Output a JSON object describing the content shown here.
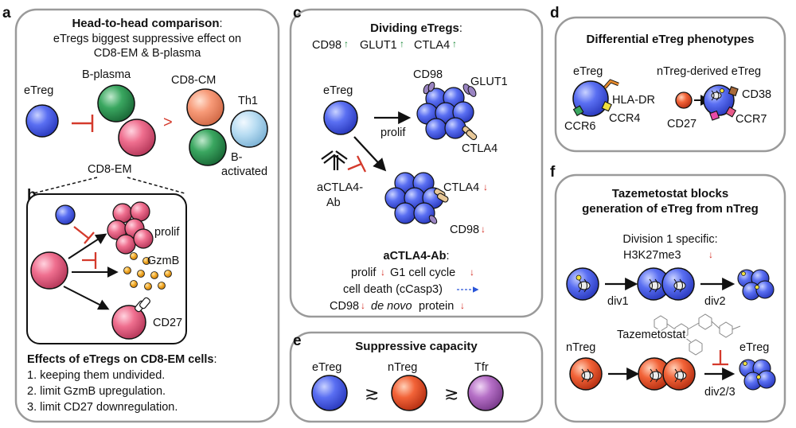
{
  "panels": {
    "a": {
      "letter": "a",
      "title": "Head-to-head comparison",
      "title_colon": ":",
      "subtitle_1": "eTregs biggest suppressive effect on",
      "subtitle_2": "CD8-EM & B-plasma",
      "labels": {
        "etreg": "eTreg",
        "b_plasma": "B-plasma",
        "cd8_cm": "CD8-CM",
        "th1": "Th1",
        "cd8_em": "CD8-EM",
        "b_activated_1": "B-",
        "b_activated_2": "activated",
        "greater_than": ">"
      }
    },
    "b": {
      "letter": "b",
      "labels": {
        "prolif": "prolif",
        "gzmb": "GzmB",
        "cd27": "CD27"
      },
      "effects_title": "Effects of eTregs on CD8-EM cells",
      "effects_title_colon": ":",
      "effects": [
        "1. keeping them undivided.",
        "2. limit GzmB upregulation.",
        "3. limit CD27 downregulation."
      ]
    },
    "c": {
      "letter": "c",
      "title": "Dividing eTregs",
      "title_colon": ":",
      "markers": [
        "CD98",
        "GLUT1",
        "CTLA4"
      ],
      "labels": {
        "etreg": "eTreg",
        "cd98": "CD98",
        "glut1": "GLUT1",
        "prolif": "prolif",
        "ctla4": "CTLA4",
        "actla4_ab_1": "aCTLA4-",
        "actla4_ab_2": "Ab",
        "ctla4_down": "CTLA4",
        "cd98_down": "CD98"
      },
      "effects_title": "aCTLA4-Ab",
      "effects_title_colon": ":",
      "effects": {
        "prolif": "prolif",
        "g1": "G1 cell cycle",
        "death": "cell death (cCasp3)",
        "cd98": "CD98",
        "denovo": "de novo",
        "protein": "protein"
      }
    },
    "d": {
      "letter": "d",
      "title": "Differential eTreg phenotypes",
      "labels": {
        "etreg": "eTreg",
        "hla_dr": "HLA-DR",
        "ccr6": "CCR6",
        "ccr4": "CCR4",
        "ntreg_derived": "nTreg-derived eTreg",
        "cd38": "CD38",
        "cd27": "CD27",
        "ccr7": "CCR7"
      }
    },
    "e": {
      "letter": "e",
      "title": "Suppressive capacity",
      "labels": {
        "etreg": "eTreg",
        "ntreg": "nTreg",
        "tfr": "Tfr",
        "gtrsim": "≳"
      }
    },
    "f": {
      "letter": "f",
      "title_1": "Tazemetostat blocks",
      "title_2": "generation of eTreg from nTreg",
      "division_1": "Division 1 specific:",
      "h3k27": "H3K27me3",
      "labels": {
        "div1": "div1",
        "div2": "div2",
        "ntreg": "nTreg",
        "tazemetostat": "Tazemetostat",
        "etreg": "eTreg",
        "div23": "div2/3"
      }
    }
  },
  "colors": {
    "blue": "#5468f0",
    "red_inhibit": "#d43a2c",
    "up_green": "#1c8a3a",
    "down_red": "#d42a20",
    "blue_arrow": "#2a55d8"
  }
}
